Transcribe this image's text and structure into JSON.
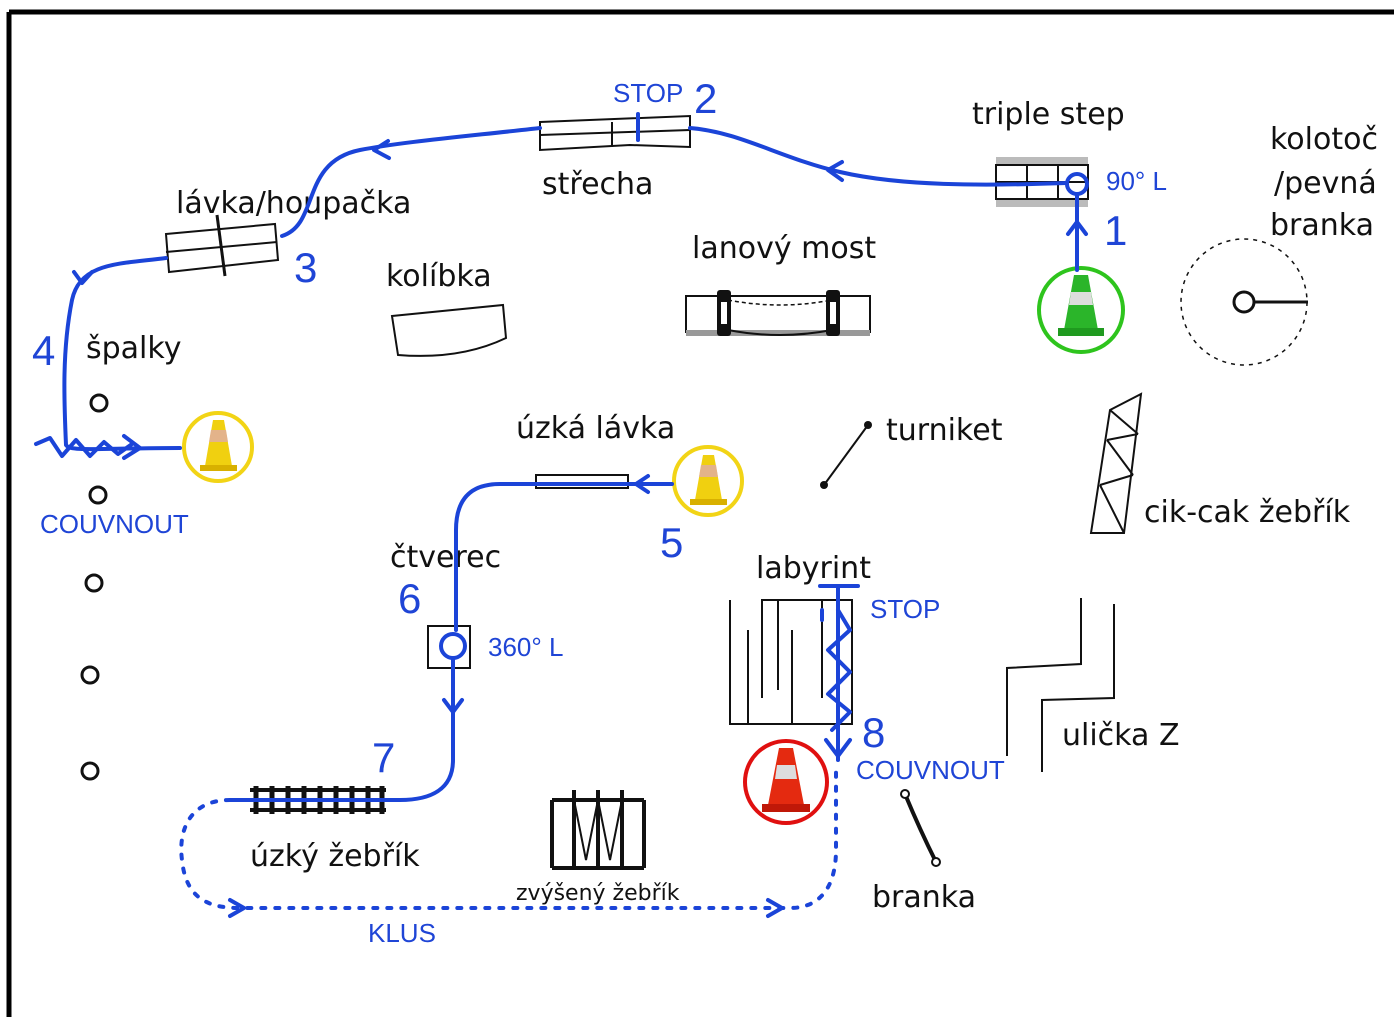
{
  "obstacles": {
    "triple_step": "triple step",
    "kolotoc": "kolotoč",
    "kolotoc_2": "/pevná",
    "kolotoc_3": "branka",
    "strecha": "střecha",
    "lavka_houpacka": "lávka/houpačka",
    "kolibka": "kolíbka",
    "lanovy_most": "lanový most",
    "spalky": "špalky",
    "turniket": "turniket",
    "uzka_lavka": "úzká lávka",
    "cik_cak": "cik-cak žebřík",
    "ctverec": "čtverec",
    "labyrint": "labyrint",
    "ulicka_z": "ulička Z",
    "uzky_zebrik": "úzký žebřík",
    "zvyseny_zebrik": "zvýšený žebřík",
    "branka": "branka"
  },
  "instructions": {
    "stop_top": "STOP",
    "turn_90": "90° L",
    "couvnout_left": "COUVNOUT",
    "turn_360": "360° L",
    "stop_labyrint": "STOP",
    "couvnout_right": "COUVNOUT",
    "klus": "KLUS"
  },
  "steps": [
    "1",
    "2",
    "3",
    "4",
    "5",
    "6",
    "7",
    "8"
  ],
  "colors": {
    "path": "#1b44d8",
    "start_cone_ring": "#2ec41d",
    "mid_cone_ring": "#f2d416",
    "finish_cone_ring": "#e01010"
  }
}
